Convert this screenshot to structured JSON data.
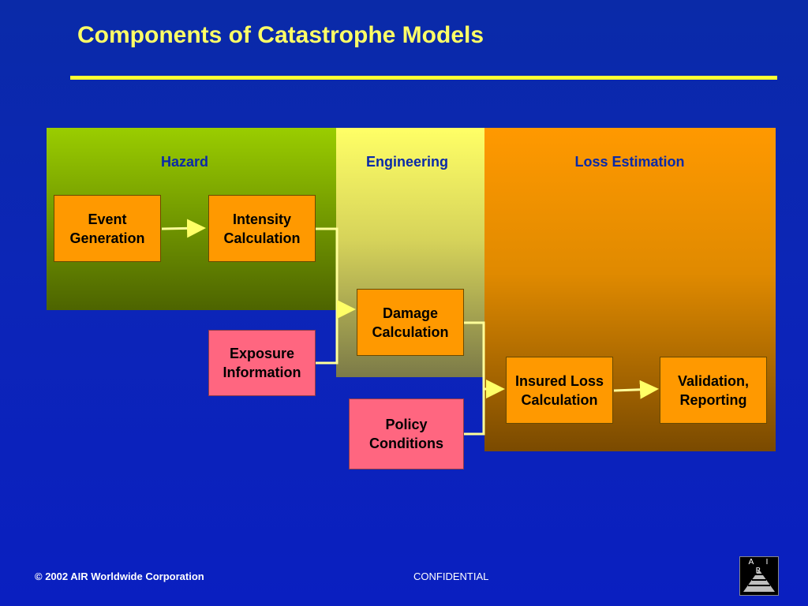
{
  "slide": {
    "title": "Components of Catastrophe Models"
  },
  "panels": {
    "hazard": "Hazard",
    "engineering": "Engineering",
    "loss_estimation": "Loss Estimation"
  },
  "boxes": {
    "event_generation": "Event Generation",
    "intensity_calculation": "Intensity Calculation",
    "exposure_information": "Exposure Information",
    "damage_calculation": "Damage Calculation",
    "policy_conditions": "Policy Conditions",
    "insured_loss_calculation": "Insured Loss Calculation",
    "validation_reporting": "Validation, Reporting"
  },
  "colors": {
    "background": "#0c25b8",
    "title": "#ffff66",
    "box_orange": "#ff9900",
    "box_pink": "#ff6680",
    "connector": "#ffff66"
  },
  "footer": {
    "copyright": "© 2002 AIR Worldwide Corporation",
    "confidential": "CONFIDENTIAL",
    "logo_text": "A I R"
  }
}
